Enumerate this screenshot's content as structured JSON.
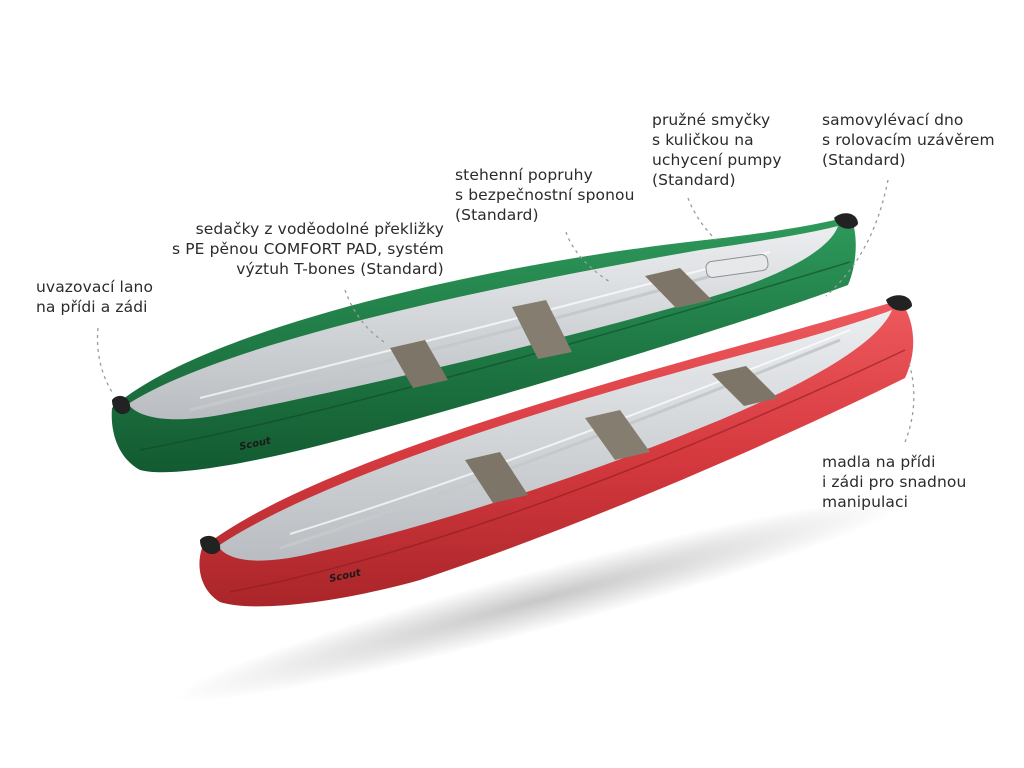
{
  "callouts": {
    "bow_line": {
      "lines": [
        "uvazovací lano",
        "na přídi a zádi"
      ]
    },
    "seats": {
      "lines": [
        "sedačky z voděodolné překližky",
        "s PE pěnou COMFORT PAD, systém",
        "výztuh T-bones (Standard)"
      ]
    },
    "thigh_straps": {
      "lines": [
        "stehenní popruhy",
        "s bezpečnostní sponou",
        "(Standard)"
      ]
    },
    "pump_loops": {
      "lines": [
        "pružné smyčky",
        "s kuličkou na",
        "uchycení pumpy",
        "(Standard)"
      ]
    },
    "self_bailing": {
      "lines": [
        "samovylévací dno",
        "s rolovacím uzávěrem",
        "(Standard)"
      ]
    },
    "handles": {
      "lines": [
        "madla na přídi",
        "i zádi pro snadnou",
        "manipulaci"
      ]
    }
  },
  "boats": {
    "green": {
      "color": "#1f7a45",
      "brand": "Scout"
    },
    "red": {
      "color": "#d63a3f",
      "brand": "Scout"
    }
  },
  "colors": {
    "interior": "#d6d9dc",
    "seat": "#7d7668",
    "callout_line": "#9a9a9a"
  }
}
